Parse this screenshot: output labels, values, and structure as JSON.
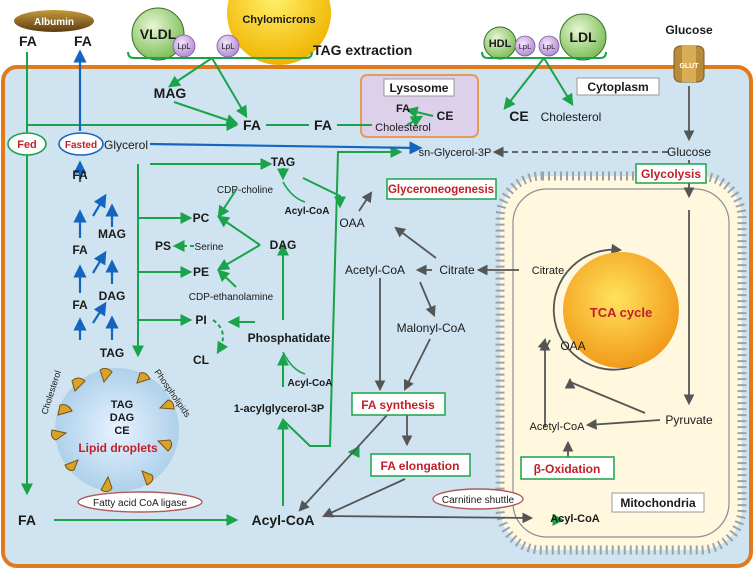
{
  "top": {
    "albumin": "Albumin",
    "fa_left": "FA",
    "fa_left2": "FA",
    "vldl": "VLDL",
    "chylomicrons": "Chylomicrons",
    "lpl_1": "LpL",
    "lpl_2": "LpL",
    "tag_extraction": "TAG extraction",
    "hdl": "HDL",
    "lpl_3": "LpL",
    "lpl_4": "LpL",
    "ldl": "LDL",
    "glucose": "Glucose",
    "glut": "GLUT"
  },
  "cell": {
    "cytoplasm": "Cytoplasm",
    "lysosome": "Lysosome",
    "lys_fa": "FA",
    "lys_ce": "CE",
    "lys_cholesterol": "Cholesterol",
    "ce": "CE",
    "cholesterol": "Cholesterol",
    "mag_top": "MAG",
    "fa_mid1": "FA",
    "fa_mid2": "FA",
    "fed": "Fed",
    "fasted": "Fasted",
    "glycerol": "Glycerol",
    "sn_glycerol": "sn-Glycerol-3P",
    "glucose_in": "Glucose",
    "glycolysis": "Glycolysis",
    "glyceroneogenesis": "Glyceroneogenesis",
    "oaa": "OAA",
    "acetyl_coa": "Acetyl-CoA",
    "citrate": "Citrate",
    "malonyl_coa": "Malonyl-CoA",
    "fa_synthesis": "FA synthesis",
    "fa_elongation": "FA elongation",
    "lipolysis": {
      "fa1": "FA",
      "mag": "MAG",
      "fa2": "FA",
      "dag": "DAG",
      "fa3": "FA",
      "tag": "TAG"
    },
    "lipid": {
      "tag": "TAG",
      "cdp_choline": "CDP-choline",
      "acyl_coa1": "Acyl-CoA",
      "pc": "PC",
      "serine": "Serine",
      "ps": "PS",
      "dag": "DAG",
      "pe": "PE",
      "cdp_ethanolamine": "CDP-ethanolamine",
      "pi": "PI",
      "phosphatidate": "Phosphatidate",
      "cl": "CL",
      "acyl_coa2": "Acyl-CoA",
      "acylglycerol": "1-acylglycerol-3P"
    },
    "droplet": {
      "cholesterol": "Cholesterol",
      "phospholipids": "Phospholipids",
      "tag": "TAG",
      "dag": "DAG",
      "ce": "CE",
      "title": "Lipid droplets"
    },
    "fatty_acid_coa_ligase": "Fatty acid CoA ligase",
    "fa_bottom": "FA",
    "acyl_coa_bottom": "Acyl-CoA",
    "carnitine_shuttle": "Carnitine shuttle"
  },
  "mito": {
    "citrate": "Citrate",
    "tca": "TCA cycle",
    "oaa": "OAA",
    "pyruvate": "Pyruvate",
    "acetyl_coa": "Acetyl-CoA",
    "beta_oxidation": "β-Oxidation",
    "acyl_coa": "Acyl-CoA",
    "title": "Mitochondria"
  },
  "colors": {
    "green": "#1aa34a",
    "blue": "#1565c0",
    "gray": "#555555",
    "red": "#c0202a",
    "membrane": "#e07a1f",
    "cell_fill": "#cfe4f0"
  }
}
